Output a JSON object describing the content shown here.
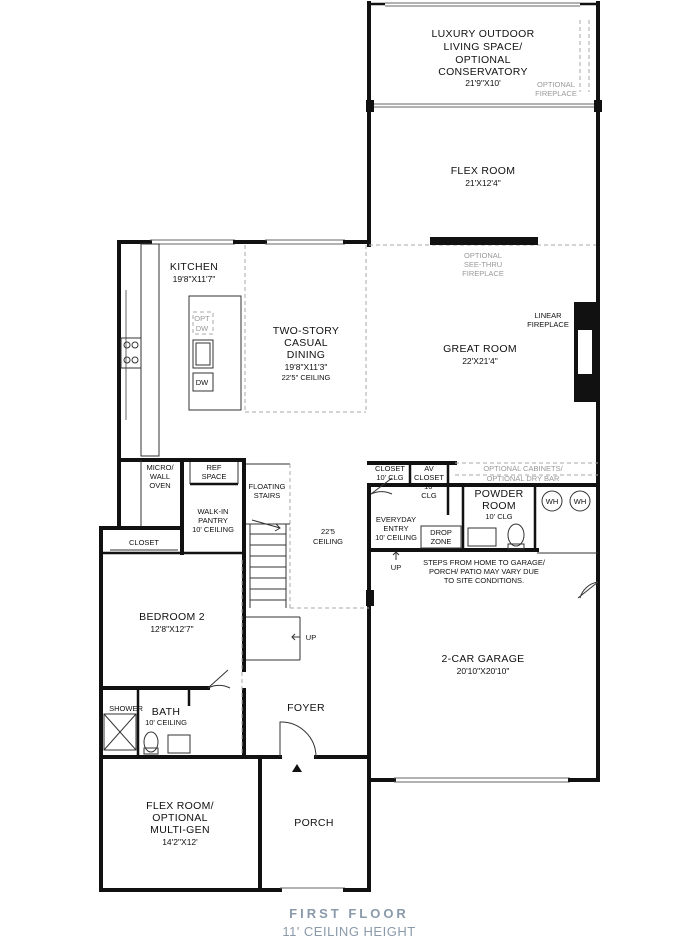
{
  "rooms": {
    "outdoor": {
      "l1": "LUXURY OUTDOOR",
      "l2": "LIVING SPACE/",
      "l3": "OPTIONAL",
      "l4": "CONSERVATORY",
      "dim": "21'9\"X10'"
    },
    "outdoor_fireplace": {
      "l1": "OPTIONAL",
      "l2": "FIREPLACE"
    },
    "flex_room": {
      "name": "FLEX ROOM",
      "dim": "21'X12'4\""
    },
    "see_thru": {
      "l1": "OPTIONAL",
      "l2": "SEE-THRU",
      "l3": "FIREPLACE"
    },
    "kitchen": {
      "name": "KITCHEN",
      "dim": "19'8\"X11'7\""
    },
    "opt_dw": {
      "l1": "OPT",
      "l2": "DW"
    },
    "dw": "DW",
    "dining": {
      "l1": "TWO-STORY",
      "l2": "CASUAL",
      "l3": "DINING",
      "dim": "19'8\"X11'3\"",
      "ceiling": "22'5\" CEILING"
    },
    "linear_fireplace": {
      "l1": "LINEAR",
      "l2": "FIREPLACE"
    },
    "great_room": {
      "name": "GREAT ROOM",
      "dim": "22'X21'4\""
    },
    "micro": {
      "l1": "MICRO/",
      "l2": "WALL",
      "l3": "OVEN"
    },
    "ref": {
      "l1": "REF",
      "l2": "SPACE"
    },
    "floating": {
      "l1": "FLOATING",
      "l2": "STAIRS"
    },
    "pantry": {
      "l1": "WALK-IN",
      "l2": "PANTRY",
      "l3": "10' CEILING"
    },
    "stair_ceiling": {
      "l1": "22'5",
      "l2": "CEILING"
    },
    "closet1": {
      "l1": "CLOSET",
      "l2": "10' CLG"
    },
    "av_closet": {
      "l1": "AV",
      "l2": "CLOSET",
      "l3": "10'",
      "l4": "CLG"
    },
    "opt_cabinets": {
      "l1": "OPTIONAL CABINETS/",
      "l2": "OPTIONAL DRY BAR"
    },
    "powder": {
      "l1": "POWDER",
      "l2": "ROOM",
      "l3": "10' CLG"
    },
    "wh1": "WH",
    "wh2": "WH",
    "everyday": {
      "l1": "EVERYDAY",
      "l2": "ENTRY",
      "l3": "10' CEILING"
    },
    "drop_zone": {
      "l1": "DROP",
      "l2": "ZONE"
    },
    "up1": "UP",
    "up2": "UP",
    "steps_note": {
      "l1": "STEPS FROM HOME TO GARAGE/",
      "l2": "PORCH/ PATIO MAY VARY DUE",
      "l3": "TO SITE CONDITIONS."
    },
    "closet2": "CLOSET",
    "bedroom2": {
      "name": "BEDROOM 2",
      "dim": "12'8\"X12'7\""
    },
    "garage": {
      "name": "2-CAR GARAGE",
      "dim": "20'10\"X20'10\""
    },
    "shower": "SHOWER",
    "bath": {
      "name": "BATH",
      "ceiling": "10' CEILING"
    },
    "foyer": "FOYER",
    "flex_multigen": {
      "l1": "FLEX ROOM/",
      "l2": "OPTIONAL",
      "l3": "MULTI-GEN",
      "dim": "14'2\"X12'"
    },
    "porch": "PORCH"
  },
  "footer": {
    "title": "FIRST FLOOR",
    "subtitle": "11' CEILING HEIGHT"
  },
  "colors": {
    "walls": "#111111",
    "footer_text": "#8a9aaa",
    "optional_text": "#999999"
  }
}
